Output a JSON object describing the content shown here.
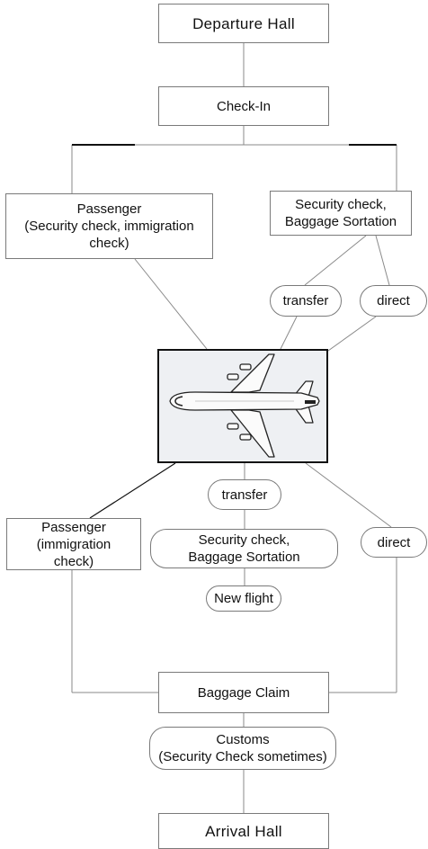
{
  "nodes": {
    "departure": "Departure Hall",
    "checkin": "Check-In",
    "passenger_top": "Passenger\n(Security check, immigration\ncheck)",
    "security_top": "Security check,\nBaggage Sortation",
    "transfer_top": "transfer",
    "direct_top": "direct",
    "passenger_bottom": "Passenger\n(immigration\ncheck)",
    "transfer_bottom": "transfer",
    "security_bottom": "Security check,\nBaggage Sortation",
    "direct_bottom": "direct",
    "new_flight": "New flight",
    "baggage_claim": "Baggage Claim",
    "customs": "Customs\n(Security Check sometimes)",
    "arrival": "Arrival Hall"
  },
  "image": {
    "icon": "airplane-icon"
  }
}
